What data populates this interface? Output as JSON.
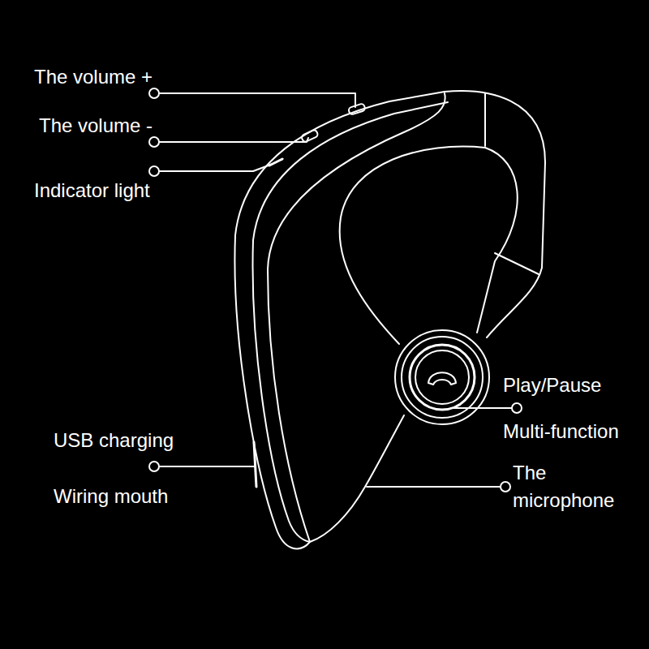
{
  "diagram": {
    "labels": [
      "The volume +",
      "The volume -",
      "Indicator light",
      "Play/Pause",
      "Multi-function",
      "USB charging",
      "Wiring mouth",
      "The microphone"
    ]
  }
}
